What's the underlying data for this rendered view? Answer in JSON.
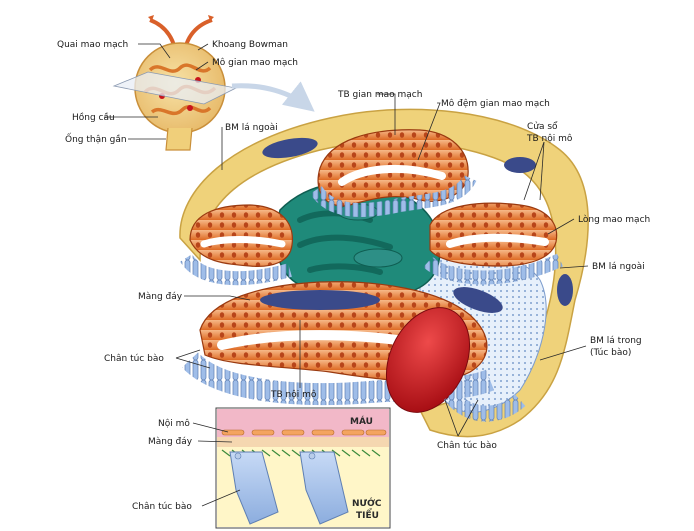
{
  "labels": {
    "glomerular_capillary": "Quai mao mạch",
    "bowman_space": "Khoang Bowman",
    "mesangial_tissue": "Mô gian mao mạch",
    "red_blood_cell": "Hồng cầu",
    "proximal_tubule": "Ống thận gần",
    "outer_bm_top": "BM lá ngoài",
    "mesangial_cell": "TB gian mao mạch",
    "mesangial_matrix": "Mô đệm gian mao mạch",
    "endothelial_window_line1": "Cửa sổ",
    "endothelial_window_line2": "TB nội mô",
    "capillary_lumen": "Lòng mao mạch",
    "outer_bm_right": "BM lá ngoài",
    "basement_membrane": "Màng đáy",
    "inner_bm_line1": "BM lá trong",
    "inner_bm_line2": "(Túc bào)",
    "podocyte_foot_left": "Chân túc bào",
    "endothelial_cell": "TB nội mô",
    "podocyte_foot_bottom": "Chân túc bào",
    "inset_endothelium": "Nội mô",
    "inset_basement_membrane": "Màng đáy",
    "inset_podocyte_foot": "Chân túc bào",
    "inset_blood": "MÁU",
    "inset_urine_line1": "NƯỚC",
    "inset_urine_line2": "TIỂU"
  },
  "colors": {
    "capsule": "#efd27a",
    "capillary_wall": "#e0702a",
    "capillary_inner": "#f3b07e",
    "mesangium": "#1f8a7a",
    "mesangium_dark": "#12695c",
    "nucleus": "#3a4a8a",
    "podocyte": "#a9c4ec",
    "rbc": "#c8141c",
    "inset_blood": "#f2b8c8",
    "inset_urine": "#fff6c8"
  }
}
